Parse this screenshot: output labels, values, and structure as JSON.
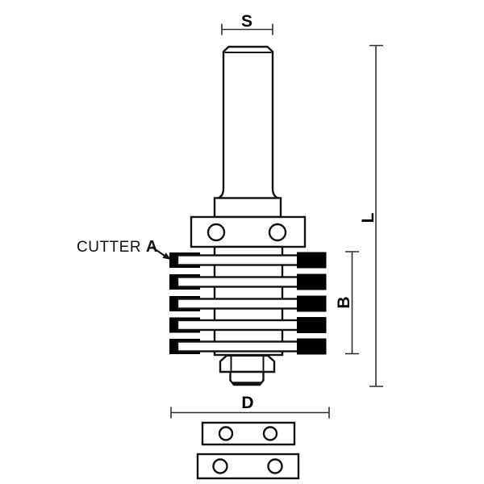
{
  "diagram": {
    "labels": {
      "shank_diameter": "S",
      "overall_length": "L",
      "cutting_height": "B",
      "diameter": "D",
      "cutter_word": "CUTTER",
      "cutter_letter": "A"
    },
    "cutter_blade_count": 5,
    "bottom_view_plate_count": 2,
    "colors": {
      "background": "#ffffff",
      "outline": "#111111",
      "dimension_lines": "#2e2e2e",
      "carbide_tips": "#000000"
    }
  }
}
